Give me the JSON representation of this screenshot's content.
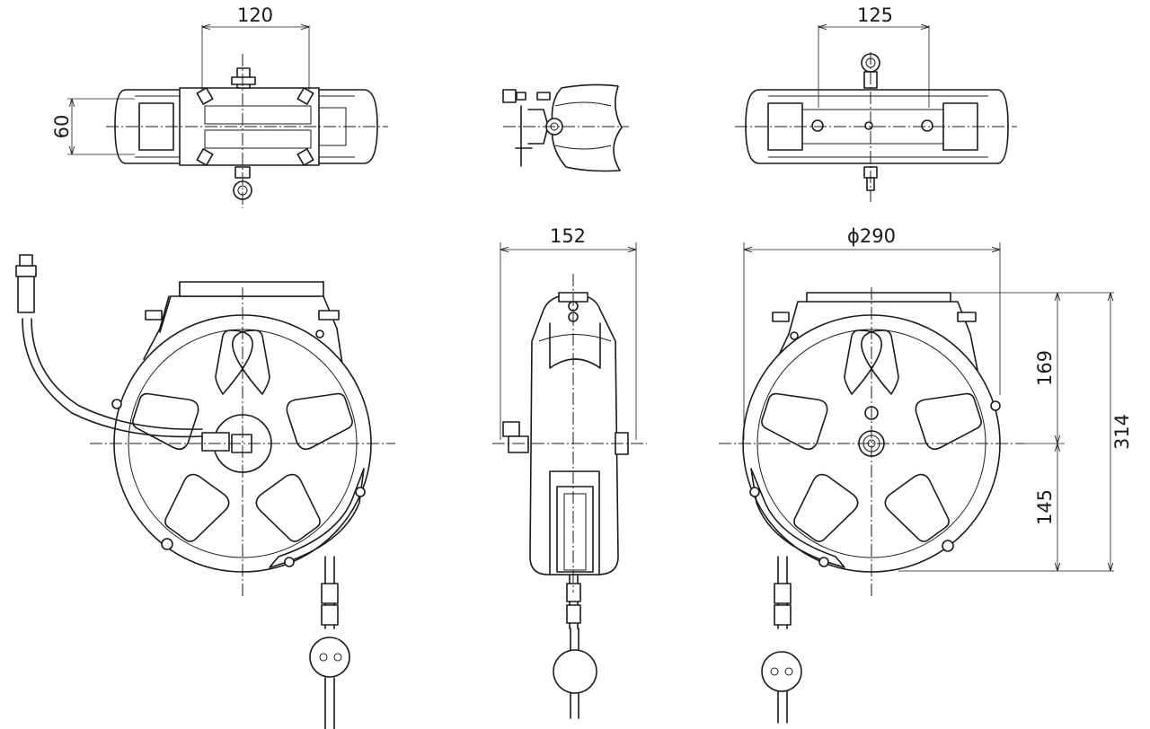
{
  "dimensions": {
    "top_view_hole_spacing": "120",
    "top_view_depth": "60",
    "bottom_view_hole_spacing": "125",
    "side_view_width": "152",
    "reel_diameter": "ϕ290",
    "upper_height": "169",
    "lower_height": "145",
    "total_height": "314"
  },
  "colors": {
    "line": "#1a1a1a",
    "background": "#ffffff"
  }
}
